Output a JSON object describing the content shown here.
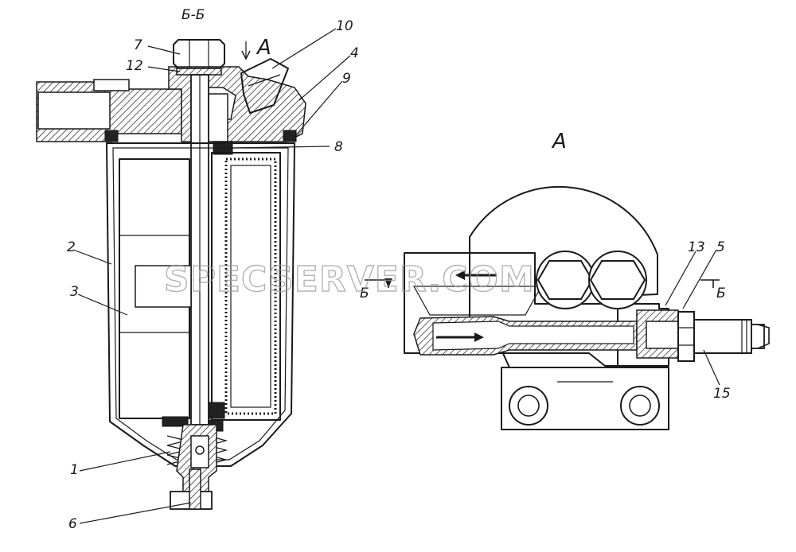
{
  "section_title": "Б-Б",
  "view_title": "А",
  "arrow_label": "А",
  "section_marks": [
    "Б",
    "Б"
  ],
  "watermark": "SPECSERVER.COM",
  "callouts": [
    "7",
    "12",
    "10",
    "4",
    "9",
    "8",
    "2",
    "3",
    "1",
    "6",
    "13",
    "5",
    "15"
  ]
}
